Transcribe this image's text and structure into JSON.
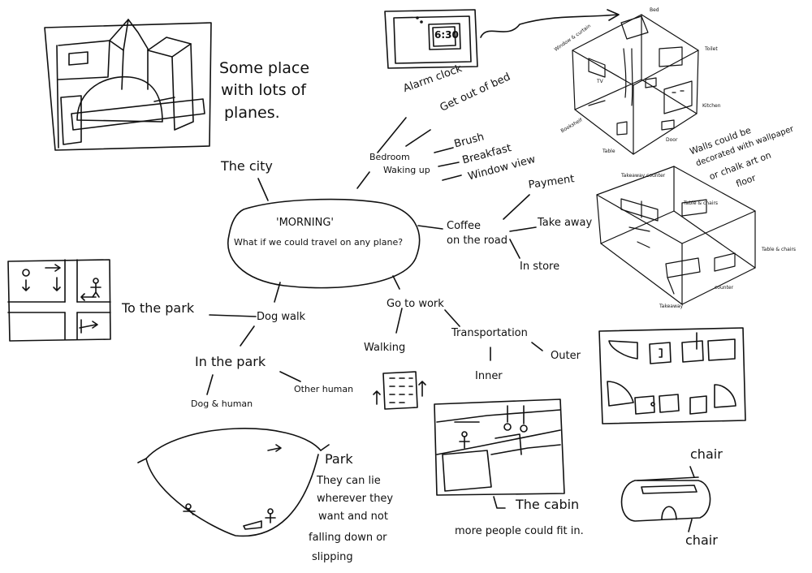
{
  "center": {
    "title": "'MORNING'",
    "question": "What if we could travel on any plane?"
  },
  "branches": {
    "the_city": "The city",
    "city_note": [
      "Some place",
      "with lots of",
      "planes."
    ],
    "bedroom": "Bedroom",
    "waking_up": "Waking up",
    "alarm_clock": "Alarm clock",
    "get_out_of_bed": "Get out of bed",
    "brush": "Brush",
    "breakfast": "Breakfast",
    "window_view": "Window view",
    "clock_time": "6:30",
    "wall_note": [
      "Walls could be",
      "decorated with wallpaper",
      "or chalk art on",
      "floor"
    ],
    "coffee": "Coffee",
    "on_the_road": "on the road",
    "payment": "Payment",
    "take_away": "Take away",
    "in_store": "In store",
    "go_to_work": "Go to work",
    "walking": "Walking",
    "transportation": "Transportation",
    "inner": "Inner",
    "outer": "Outer",
    "cabin_note": [
      "The cabin",
      "more people could fit in."
    ],
    "chair_top": "chair",
    "chair_bottom": "chair",
    "dog_walk": "Dog walk",
    "to_the_park": "To the park",
    "in_the_park": "In the park",
    "dog_human": "Dog & human",
    "other_human": "Other human",
    "park": "Park",
    "park_note": [
      "They can lie",
      "wherever they",
      "want and not",
      "falling down or",
      "slipping"
    ]
  },
  "room_labels": {
    "bed": "Bed",
    "toilet": "Toilet",
    "window_curtain": "Window & curtain",
    "tv": "TV",
    "kitchen": "Kitchen",
    "bookshelf": "Bookshelf",
    "table": "Table",
    "door": "Door"
  },
  "shop_labels": {
    "takeaway_counter": "Takeaway counter",
    "table_chairs": "Table & chairs",
    "table_chairs_2": "Table & chairs",
    "counter": "counter",
    "takeaway": "Takeaway"
  }
}
